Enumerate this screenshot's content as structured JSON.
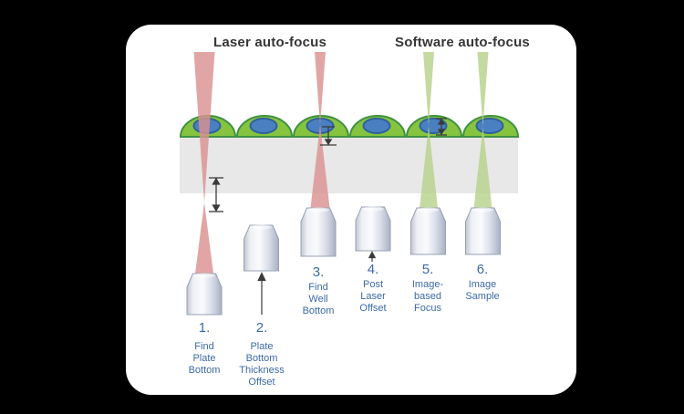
{
  "scene": {
    "laser_section_title": "Laser auto-focus",
    "software_section_title": "Software auto-focus"
  },
  "steps": [
    {
      "number": "1.",
      "label": "Find\nPlate\nBottom"
    },
    {
      "number": "2.",
      "label": "Plate\nBottom\nThickness\nOffset"
    },
    {
      "number": "3.",
      "label": "Find\nWell\nBottom"
    },
    {
      "number": "4.",
      "label": "Post\nLaser\nOffset"
    },
    {
      "number": "5.",
      "label": "Image-\nbased\nFocus"
    },
    {
      "number": "6.",
      "label": "Image\nSample"
    }
  ],
  "colors": {
    "background": "#000000",
    "card": "#ffffff",
    "title_text": "#363636",
    "step_text": "#3c6aa6",
    "laser_beam_red": "#db9191",
    "software_beam_green": "#b7d18a",
    "cell_green": "#86c440",
    "cell_border_green": "#3f9140",
    "nucleus_blue": "#4a80c2",
    "nucleus_border_blue": "#2f619b",
    "plate_gray": "#e8e8e8",
    "plate_edge_blue": "#9fbcd4",
    "objective_outline": "#97a0b4",
    "marker_dark": "#3a3a3a"
  }
}
